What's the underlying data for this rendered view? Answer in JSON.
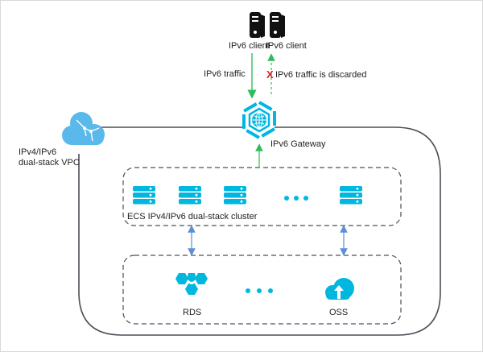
{
  "diagram": {
    "clients": [
      {
        "label": "IPv6 client",
        "icon": "server-tower-icon"
      },
      {
        "label": "IPv6 client",
        "icon": "server-tower-icon"
      }
    ],
    "flows": {
      "allowed_label": "IPv6 traffic",
      "discarded_label": "IPv6 traffic is discarded",
      "discarded_mark": "X"
    },
    "gateway": {
      "label": "IPv6 Gateway",
      "icon": "ipv6-gateway-icon"
    },
    "vpc": {
      "label_line1": "IPv4/IPv6",
      "label_line2": "dual-stack VPC",
      "icon": "vpc-cloud-icon"
    },
    "ecs_cluster": {
      "label": "ECS IPv4/IPv6 dual-stack cluster",
      "server_count_shown": 4,
      "ellipsis": "• • •"
    },
    "services": [
      {
        "label": "RDS",
        "icon": "rds-icon"
      },
      {
        "label": "OSS",
        "icon": "oss-icon"
      }
    ],
    "services_ellipsis": "• • •",
    "colors": {
      "accent": "#00b7e0",
      "vpc_cloud": "#5ab9ea",
      "allowed_arrow": "#2ebd59",
      "discarded_arrow": "#2ebd59",
      "discard_mark": "#e02020",
      "link_arrow": "#5b8fd6",
      "outline": "#4a4f57"
    }
  }
}
